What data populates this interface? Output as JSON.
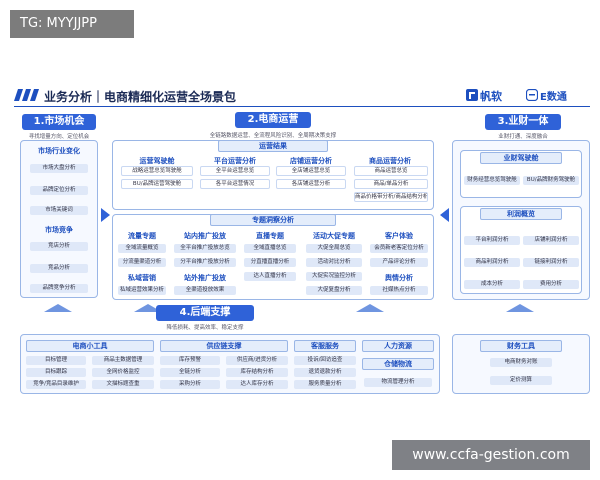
{
  "tag": "TG: MYYJJPP",
  "header": {
    "title": "业务分析｜电商精细化运营全场景包",
    "brand_primary": "帆软",
    "brand_secondary": "E数通",
    "accent_color": "#2f62d8"
  },
  "market": {
    "title": "1.市场机会",
    "subtitle": "寻找增量方向、定位机会",
    "groups": [
      {
        "heading": "市场行业变化",
        "items": [
          "市场大盘分析",
          "品牌定位分析",
          "市场关键词"
        ]
      },
      {
        "heading": "市场竞争",
        "items": [
          "竞店分析",
          "竞品分析",
          "品牌竞争分析"
        ]
      }
    ]
  },
  "ecommerce": {
    "title": "2.电商运营",
    "subtitle": "全链路数据运营、全流程风险识别、全周期决策支撑",
    "results_banner": "运营结果",
    "result_groups": [
      {
        "heading": "运营驾驶舱",
        "items": [
          "战略运营总览驾驶舱",
          "BU/品牌运营驾驶舱"
        ]
      },
      {
        "heading": "平台运营分析",
        "items": [
          "全平台运营总览",
          "各平台运营情况"
        ]
      },
      {
        "heading": "店铺运营分析",
        "items": [
          "全店铺运营总览",
          "各店铺运营分析"
        ]
      },
      {
        "heading": "商品运营分析",
        "items": [
          "商品运营总览",
          "商品/单品分析",
          "商品价格带分析/商品结构分析"
        ]
      }
    ],
    "insight_banner": "专题洞察分析",
    "insight_groups": [
      {
        "heading": "流量专题",
        "items": [
          "全域流量概览",
          "分流量渠道分析"
        ]
      },
      {
        "heading": "站内推广投放",
        "items": [
          "全平台推广投放总览",
          "分平台推广投放分析"
        ]
      },
      {
        "heading": "直播专题",
        "items": [
          "全域直播总览",
          "分直播直播分析",
          "达人直播分析"
        ]
      },
      {
        "heading": "活动大促专题",
        "items": [
          "大促全局总览",
          "活动对比分析",
          "大促实况监控分析",
          "大促复盘分析"
        ]
      },
      {
        "heading": "客户体验",
        "items": [
          "会员新老客定位分析",
          "产品评论分析"
        ]
      },
      {
        "heading": "私域营销",
        "items": [
          "私域运营效果分析"
        ]
      },
      {
        "heading": "站外推广投放",
        "items": [
          "全渠道投放效果"
        ]
      },
      {
        "heading": "舆情分析",
        "items": [
          "社媒热点分析"
        ]
      }
    ]
  },
  "finance": {
    "title": "3.业财一体",
    "subtitle": "业财打通、深度融合",
    "groups": [
      {
        "heading": "业财驾驶舱",
        "items": [
          "财务经营总览驾驶舱",
          "BU/品牌财务驾驶舱"
        ]
      },
      {
        "heading": "利润概览",
        "items": [
          "平台利润分析",
          "店铺利润分析",
          "商品利润分析",
          "链接利润分析",
          "成本分析",
          "费用分析"
        ]
      }
    ]
  },
  "backend": {
    "title": "4.后端支撑",
    "subtitle": "降低损耗、提高效率、稳定支撑",
    "groups": [
      {
        "heading": "电商小工具",
        "items": [
          "目标管理",
          "商品主数据管理",
          "目标跟踪",
          "全网价格监控",
          "竞争/竞品目录维护",
          "文描标题查重"
        ]
      },
      {
        "heading": "供应链支撑",
        "items": [
          "库存预警",
          "供应商/进货分析",
          "全链分析",
          "库存结构分析",
          "采购分析",
          "达人库存分析"
        ]
      },
      {
        "heading": "客服服务",
        "items": [
          "投诉/回访追查",
          "退货退款分析",
          "服务质量分析"
        ]
      },
      {
        "heading": "人力资源",
        "items": []
      },
      {
        "heading": "仓储物流",
        "items": [
          "物流管理分析"
        ]
      },
      {
        "heading": "财务工具",
        "items": [
          "电商财务对账",
          "定价测算"
        ]
      }
    ]
  },
  "watermark": "www.ccfa-gestion.com"
}
